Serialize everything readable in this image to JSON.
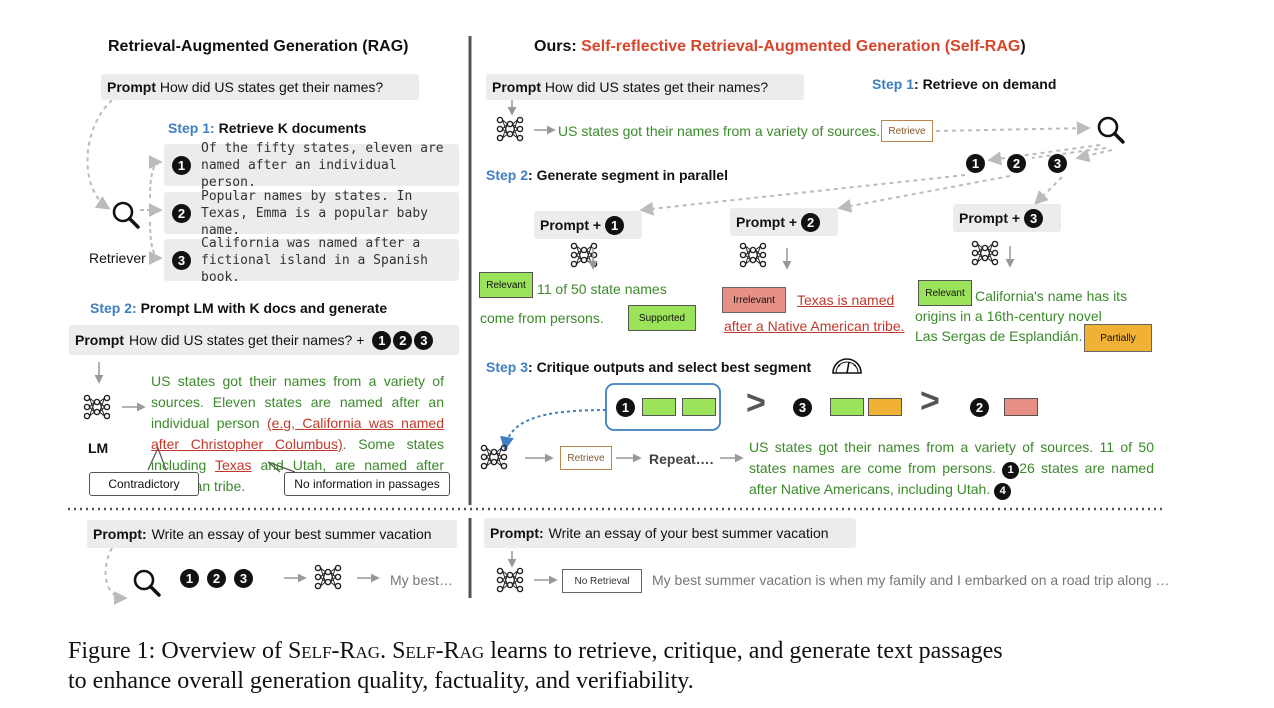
{
  "left": {
    "title": "Retrieval-Augmented Generation (RAG)",
    "prompt_label": "Prompt",
    "prompt_text": "How did US states get their names?",
    "step1_num": "Step 1:",
    "step1_text": "Retrieve K documents",
    "docs": [
      {
        "num": "1",
        "text": "Of the fifty states, eleven are named after an individual person."
      },
      {
        "num": "2",
        "text": "Popular names by states. In Texas, Emma is a popular baby name."
      },
      {
        "num": "3",
        "text": "California was named after a fictional island in a Spanish book."
      }
    ],
    "retriever_label": "Retriever",
    "step2_num": "Step 2:",
    "step2_text": "Prompt LM with K docs and generate",
    "prompt2_text": "How did US states get their names? +",
    "lm_label": "LM",
    "output_1": "US states got their names from a variety of sources. Eleven states are named after an individual person",
    "output_2": "(e.g, California was named after Christopher Columbus)",
    "output_3": ". Some states including",
    "output_4": "Texas",
    "output_5": "and Utah, are named after",
    "output_6": "American tribe.",
    "callout_contradictory": "Contradictory",
    "callout_noinfo": "No information in passages",
    "bottom_prompt_label": "Prompt:",
    "bottom_prompt_text": "Write an essay of your best summer vacation",
    "bottom_output": "My best…"
  },
  "right": {
    "title_prefix": "Ours: ",
    "title_main": "Self-reflective Retrieval-Augmented Generation (",
    "title_abbr": "Self-RAG",
    "title_close": ")",
    "prompt_label": "Prompt",
    "prompt_text": "How did US states get their names?",
    "step1_num": "Step 1",
    "step1_text": ": Retrieve on demand",
    "first_output": "US states got their names from a variety of sources.",
    "retrieve_tag": "Retrieve",
    "step2_num": "Step 2",
    "step2_text": ": Generate segment in parallel",
    "prompt_plus": "Prompt +",
    "segments": [
      {
        "num": "1",
        "rel_tag": "Relevant",
        "text_a": "11 of 50 state names",
        "text_b": "come from persons.",
        "sup_tag": "Supported"
      },
      {
        "num": "2",
        "rel_tag": "Irrelevant",
        "text_a": "Texas is named",
        "text_b": "after a Native American tribe."
      },
      {
        "num": "3",
        "rel_tag": "Relevant",
        "text_a": "California's name has its",
        "text_b": "origins in a 16th-century novel",
        "text_c": "Las Sergas de Esplandián.",
        "sup_tag": "Partially"
      }
    ],
    "step3_num": "Step 3",
    "step3_text": ": Critique outputs and select best segment",
    "rank_1": "1",
    "rank_2": "3",
    "rank_3": "2",
    "gt_symbol": ">",
    "repeat_text": "Repeat….",
    "final_1": "US states got their names from a variety of sources. 11 of 50 states names are come from persons.",
    "final_num_1": "1",
    "final_2": "26 states are named after Native Americans, including Utah.",
    "final_num_2": "4",
    "bottom_prompt_label": "Prompt:",
    "bottom_prompt_text": "Write an essay of your best summer vacation",
    "no_retrieval_tag": "No Retrieval",
    "bottom_output": "My best summer vacation is when my family and I embarked on a road trip along …"
  },
  "caption": {
    "prefix": "Figure 1: Overview of ",
    "name1": "Self-Rag",
    "mid": ". ",
    "name2": "Self-Rag",
    "rest": " learns to retrieve, critique, and generate text passages",
    "line2": "to enhance overall generation quality, factuality, and verifiability."
  },
  "colors": {
    "accent_red": "#d9452b",
    "step_blue": "#3f7fc1",
    "text_green": "#3b8a2a",
    "tag_green": "#9be35a",
    "tag_red": "#e88f86",
    "tag_orange": "#f0b135"
  }
}
